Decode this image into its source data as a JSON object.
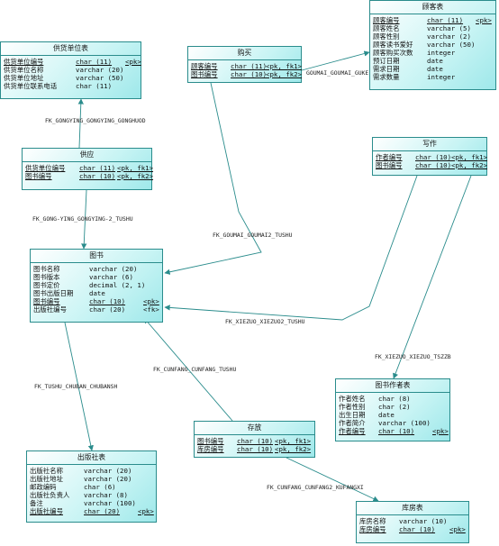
{
  "entities": {
    "gys": {
      "title": "供货单位表",
      "rows": [
        {
          "name": "供货单位编号",
          "type": "char (11)",
          "key": "<pk>",
          "pk": true
        },
        {
          "name": "供货单位名称",
          "type": "varchar (20)",
          "key": ""
        },
        {
          "name": "供货单位地址",
          "type": "varchar (50)",
          "key": ""
        },
        {
          "name": "供货单位联系电话",
          "type": "char (11)",
          "key": ""
        }
      ]
    },
    "gy": {
      "title": "供应",
      "rows": [
        {
          "name": "供货单位编号",
          "type": "char (11)",
          "key": "<pk, fk1>",
          "pk": true
        },
        {
          "name": "图书编号",
          "type": "char (10)",
          "key": "<pk, fk2>",
          "pk": true
        }
      ]
    },
    "gm": {
      "title": "购买",
      "rows": [
        {
          "name": "顾客编号",
          "type": "char (11)",
          "key": "<pk, fk1>",
          "pk": true
        },
        {
          "name": "图书编号",
          "type": "char (10)",
          "key": "<pk, fk2>",
          "pk": true
        }
      ]
    },
    "gk": {
      "title": "顾客表",
      "rows": [
        {
          "name": "顾客编号",
          "type": "char (11)",
          "key": "<pk>",
          "pk": true
        },
        {
          "name": "顾客姓名",
          "type": "varchar (5)",
          "key": ""
        },
        {
          "name": "顾客性别",
          "type": "varchar (2)",
          "key": ""
        },
        {
          "name": "顾客读书爱好",
          "type": "varchar (50)",
          "key": ""
        },
        {
          "name": "顾客购买次数",
          "type": "integer",
          "key": ""
        },
        {
          "name": "预订日期",
          "type": "date",
          "key": ""
        },
        {
          "name": "需求日期",
          "type": "date",
          "key": ""
        },
        {
          "name": "需求数量",
          "type": "integer",
          "key": ""
        }
      ]
    },
    "xz": {
      "title": "写作",
      "rows": [
        {
          "name": "作者编号",
          "type": "char (10)",
          "key": "<pk, fk1>",
          "pk": true
        },
        {
          "name": "图书编号",
          "type": "char (10)",
          "key": "<pk, fk2>",
          "pk": true
        }
      ]
    },
    "ts": {
      "title": "图书",
      "rows": [
        {
          "name": "图书名称",
          "type": "varchar (20)",
          "key": ""
        },
        {
          "name": "图书版本",
          "type": "varchar (6)",
          "key": ""
        },
        {
          "name": "图书定价",
          "type": "decimal (2, 1)",
          "key": ""
        },
        {
          "name": "图书出版日期",
          "type": "date",
          "key": ""
        },
        {
          "name": "图书编号",
          "type": "char (10)",
          "key": "<pk>",
          "pk": true
        },
        {
          "name": "出版社编号",
          "type": "char (20)",
          "key": "<fk>"
        }
      ]
    },
    "zz": {
      "title": "图书作者表",
      "rows": [
        {
          "name": "作者姓名",
          "type": "char (8)",
          "key": ""
        },
        {
          "name": "作者性别",
          "type": "char (2)",
          "key": ""
        },
        {
          "name": "出生日期",
          "type": "date",
          "key": ""
        },
        {
          "name": "作者简介",
          "type": "varchar (100)",
          "key": ""
        },
        {
          "name": "作者编号",
          "type": "char (10)",
          "key": "<pk>",
          "pk": true
        }
      ]
    },
    "cf": {
      "title": "存放",
      "rows": [
        {
          "name": "图书编号",
          "type": "char (10)",
          "key": "<pk, fk1>",
          "pk": true
        },
        {
          "name": "库房编号",
          "type": "char (10)",
          "key": "<pk, fk2>",
          "pk": true
        }
      ]
    },
    "cbs": {
      "title": "出版社表",
      "rows": [
        {
          "name": "出版社名称",
          "type": "varchar (20)",
          "key": ""
        },
        {
          "name": "出版社地址",
          "type": "varchar (20)",
          "key": ""
        },
        {
          "name": "邮政编码",
          "type": "char (6)",
          "key": ""
        },
        {
          "name": "出版社负责人",
          "type": "varchar (8)",
          "key": ""
        },
        {
          "name": "备注",
          "type": "varchar (100)",
          "key": ""
        },
        {
          "name": "出版社编号",
          "type": "char (20)",
          "key": "<pk>",
          "pk": true
        }
      ]
    },
    "kf": {
      "title": "库房表",
      "rows": [
        {
          "name": "库房名称",
          "type": "varchar (10)",
          "key": ""
        },
        {
          "name": "库房编号",
          "type": "char (10)",
          "key": "<pk>",
          "pk": true
        }
      ]
    }
  },
  "relations": {
    "r1": "FK_GONGYING_GONGYING_GONGHUOD",
    "r2": "FK_GONG-YING_GONGYING-2_TUSHU",
    "r3": "FK_GOUMAI_GOUMAI2_TUSHU",
    "r4": "GOUMAI_GOUMAI_GUKE",
    "r5": "FK_XIEZUO_XIEZUO2_TUSHU",
    "r6": "FK_XIEZUO_XIEZUO_TSZZB",
    "r7": "FK_CUNFANG_CUNFANG_TUSHU",
    "r8": "FK_TUSHU_CHUBAN_CHUBANSH",
    "r9": "FK_CUNFANG_CUNFANG2_KUFANGXI"
  }
}
